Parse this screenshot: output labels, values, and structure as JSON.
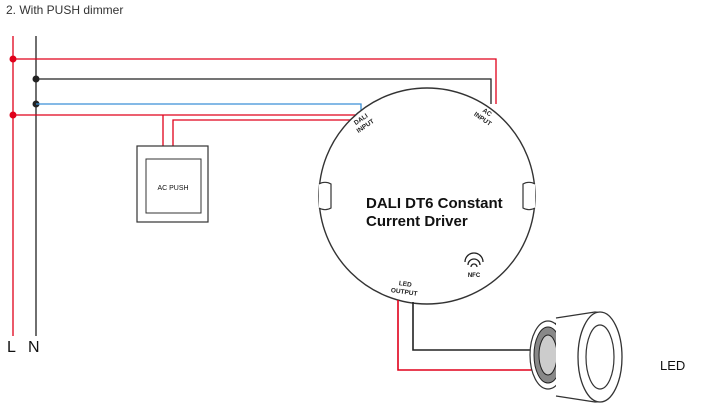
{
  "title": "2. With PUSH dimmer",
  "driver": {
    "name_line1": "DALI DT6 Constant",
    "name_line2": "Current Driver",
    "dali_label_1": "DALI",
    "dali_label_2": "INPUT",
    "ac_label_1": "AC",
    "ac_label_2": "INPUT",
    "led_label_1": "LED",
    "led_label_2": "OUTPUT",
    "nfc_label": "NFC"
  },
  "push_dimmer": {
    "label": "AC PUSH"
  },
  "lines": {
    "l_label": "L",
    "n_label": "N"
  },
  "led": {
    "label": "LED"
  },
  "colors": {
    "live": "#e0001a",
    "neutral": "#222222",
    "dali": "#3a8fd6",
    "outline": "#333333"
  }
}
